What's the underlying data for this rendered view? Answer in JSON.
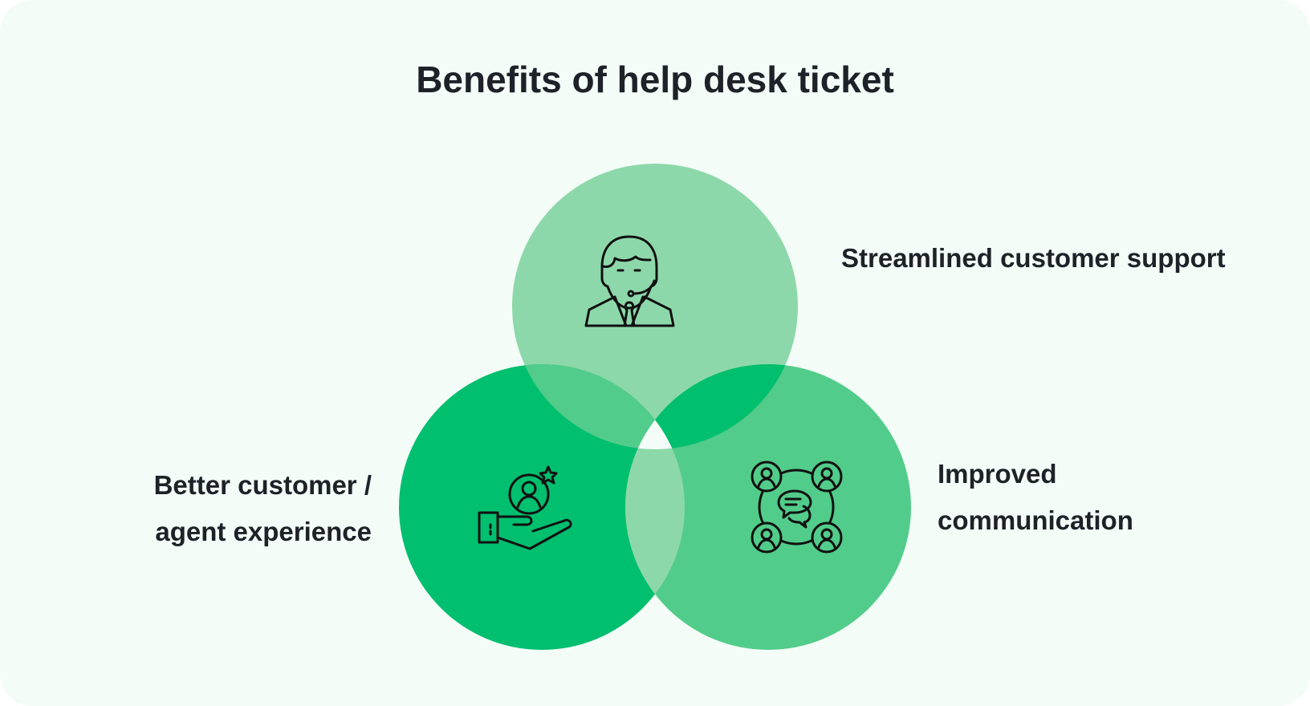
{
  "title": "Benefits of help desk ticket",
  "sets": [
    {
      "label_lines": [
        "Streamlined customer support"
      ],
      "icon": "support-agent-icon",
      "color": "#8dd8aa"
    },
    {
      "label_lines": [
        "Better customer /",
        "agent experience"
      ],
      "icon": "hand-user-star-icon",
      "color": "#00bf6f"
    },
    {
      "label_lines": [
        "Improved",
        "communication"
      ],
      "icon": "network-chat-icon",
      "color": "#52cc8a"
    }
  ]
}
